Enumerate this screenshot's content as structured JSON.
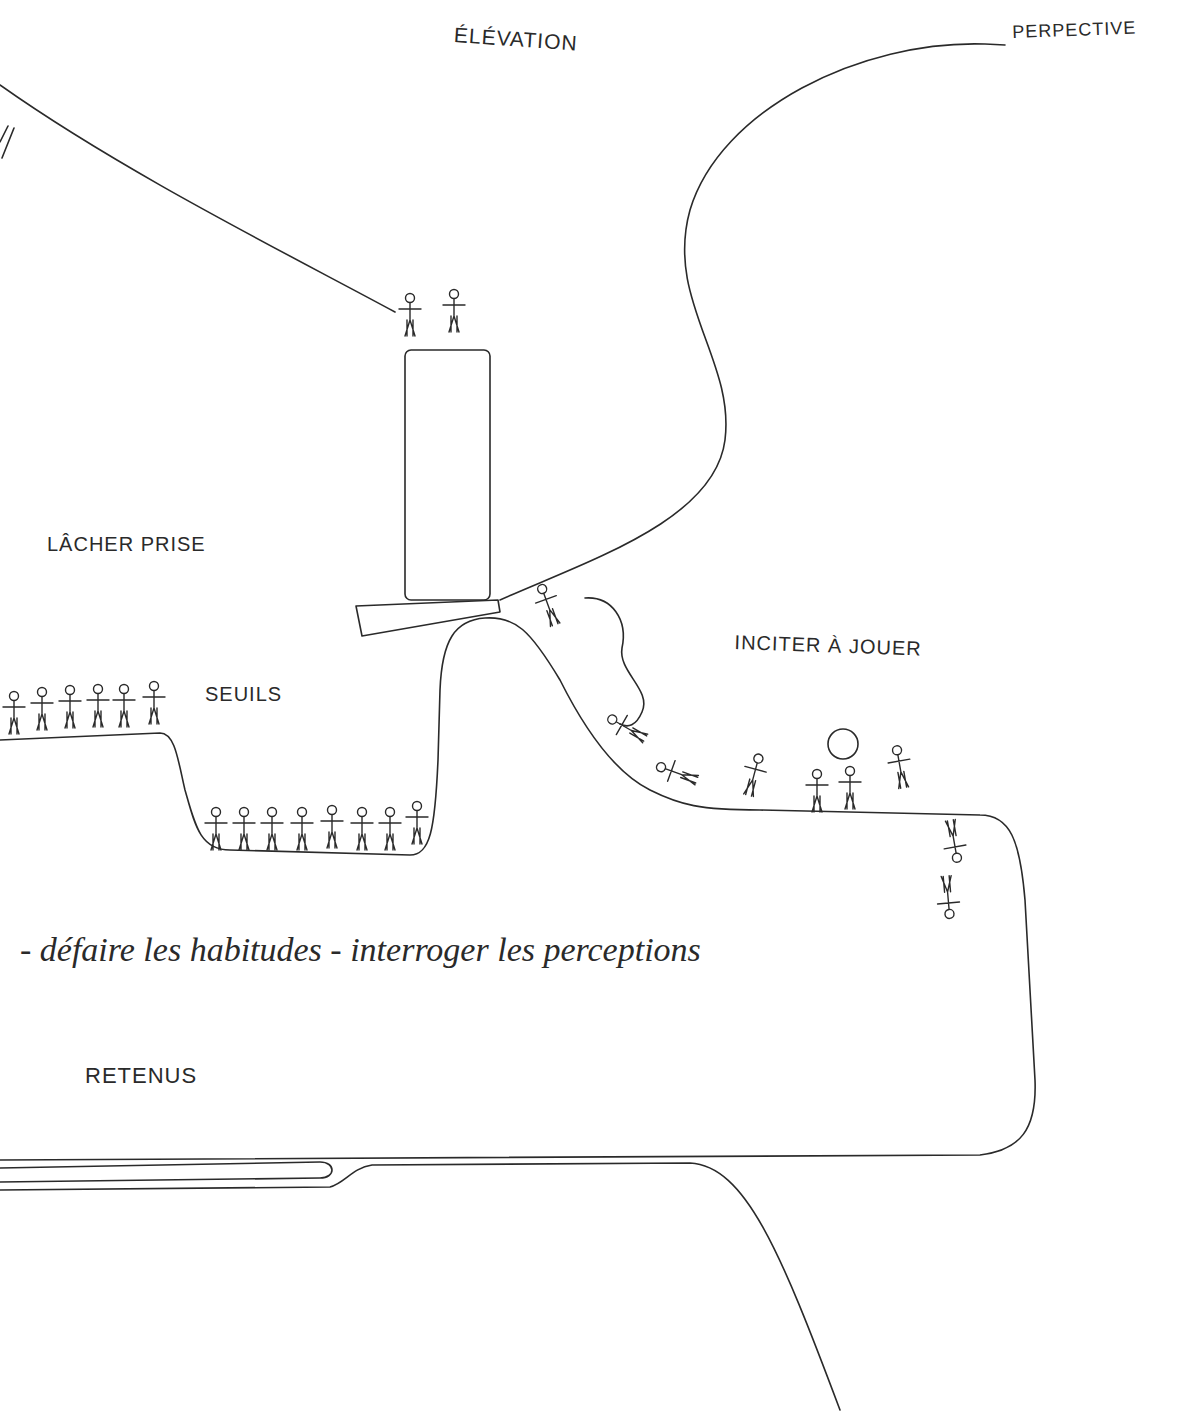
{
  "diagram": {
    "labels": [
      "ÉLÉVATION",
      "PERPECTIVE",
      "LÂCHER PRISE",
      "SEUILS",
      "INCITER À JOUER",
      "- défaire les habitudes - interroger les perceptions",
      "RETENUS"
    ]
  }
}
